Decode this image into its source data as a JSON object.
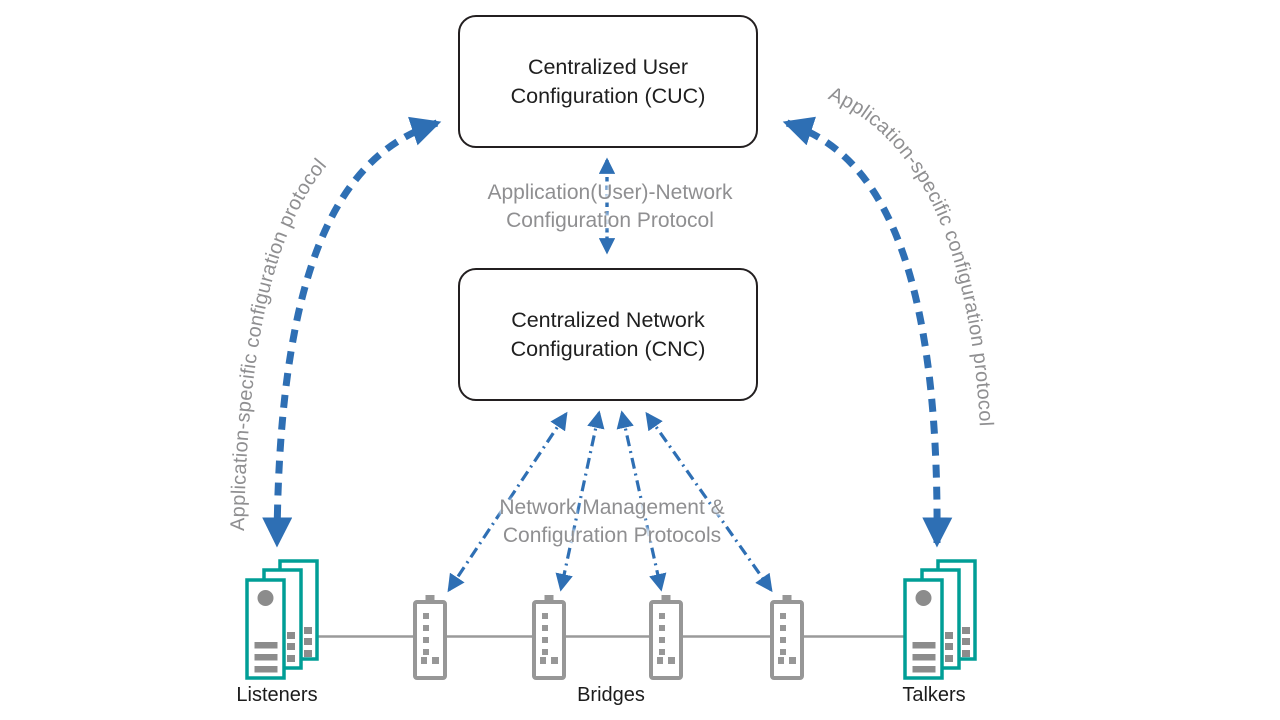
{
  "colors": {
    "arrow_blue": "#2e6fb4",
    "label_gray": "#8f8f91",
    "text_dark": "#1f1f1f",
    "device_teal": "#009e96",
    "icon_gray": "#979797",
    "detail_gray": "#8c8c8c",
    "line_gray": "#9a9a9a",
    "box_border": "#231f20"
  },
  "boxes": {
    "cuc": {
      "lines": [
        "Centralized User",
        "Configuration (CUC)"
      ]
    },
    "cnc": {
      "lines": [
        "Centralized Network",
        "Configuration (CNC)"
      ]
    }
  },
  "labels": {
    "user_network": [
      "Application(User)-Network",
      "Configuration Protocol"
    ],
    "network_mgmt": [
      "Network Management &",
      "Configuration Protocols"
    ],
    "left_curve": "Application-specific configuration protocol",
    "right_curve": "Application-specific configuration protocol",
    "listeners": "Listeners",
    "bridges": "Bridges",
    "talkers": "Talkers"
  },
  "icons": {
    "listeners": "end-station-stack-icon",
    "talkers": "end-station-stack-icon",
    "bridges": "network-switch-icon",
    "arrows": "double-headed-dashed-arrow"
  }
}
